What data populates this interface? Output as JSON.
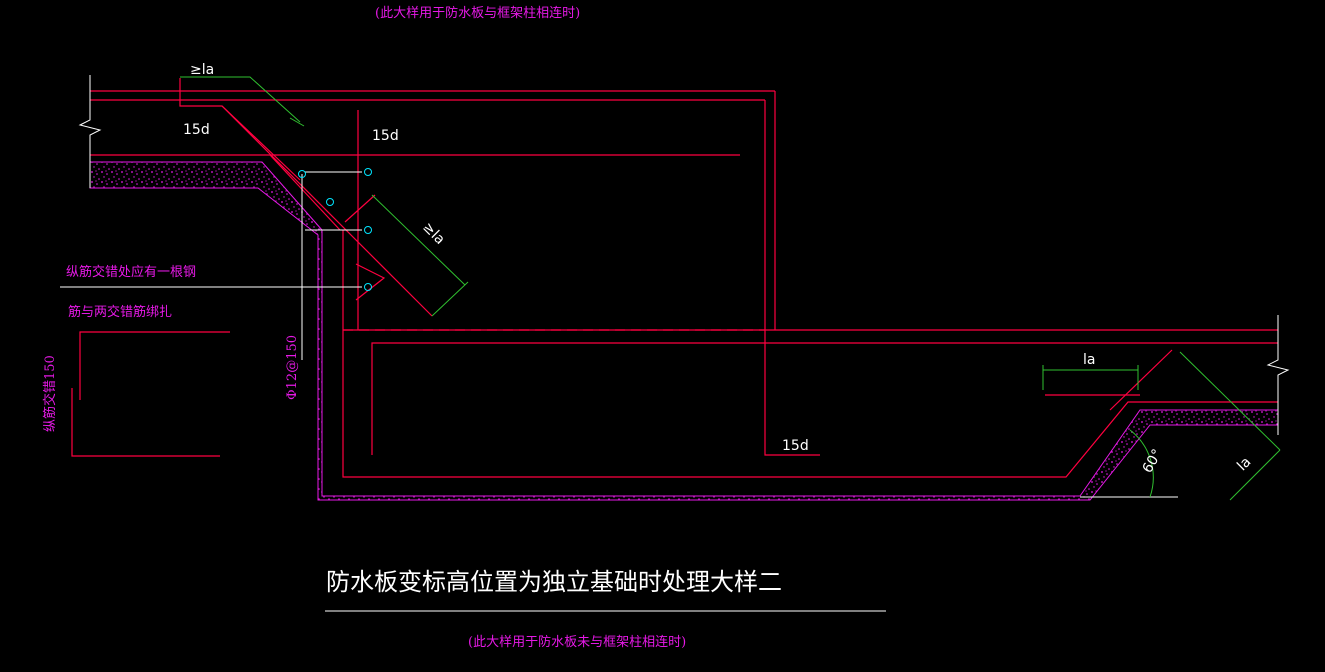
{
  "drawing": {
    "top_note": "(此大样用于防水板与框架柱相连时)",
    "bottom_note": "(此大样用于防水板未与框架柱相连时)",
    "title": "防水板变标高位置为独立基础时处理大样二",
    "labels": {
      "la_top": "≥la",
      "fifteen_d_1": "15d",
      "fifteen_d_2": "15d",
      "fifteen_d_3": "15d",
      "la_diag": "≥la",
      "note_line1": "纵筋交错处应有一根钢",
      "note_line2": "筋与两交错筋绑扎",
      "stirrup": "Φ12@150",
      "vertical_note": "纵筋交错150",
      "la_right": "la",
      "la_right_diag": "la",
      "angle": "60°"
    }
  },
  "colors": {
    "background": "#000000",
    "rebar": "#ff0040",
    "concrete": "#e619e6",
    "dimension": "#30c030",
    "leader": "#ffffff",
    "circle": "#00e5ff"
  }
}
